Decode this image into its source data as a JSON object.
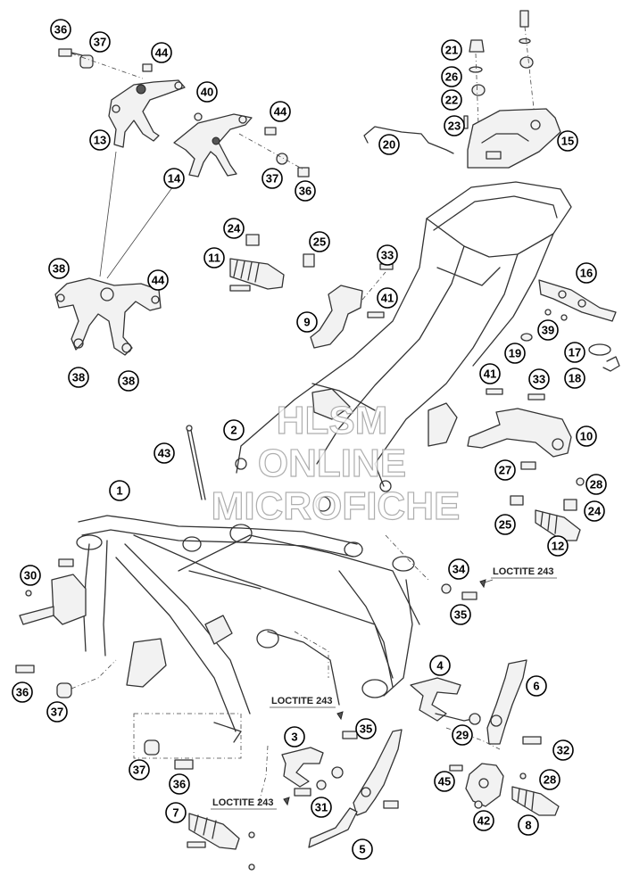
{
  "watermark": {
    "line1": "HLSM",
    "line2": "ONLINE",
    "line3": "MICROFICHE"
  },
  "notes": [
    "LOCTITE 243",
    "LOCTITE 243",
    "LOCTITE 243"
  ],
  "callouts": [
    "36",
    "37",
    "44",
    "40",
    "44",
    "13",
    "14",
    "37",
    "36",
    "21",
    "26",
    "22",
    "23",
    "20",
    "15",
    "24",
    "25",
    "11",
    "33",
    "41",
    "9",
    "16",
    "38",
    "44",
    "38",
    "38",
    "39",
    "19",
    "17",
    "18",
    "41",
    "33",
    "2",
    "10",
    "43",
    "27",
    "28",
    "1",
    "25",
    "24",
    "12",
    "30",
    "34",
    "35",
    "36",
    "37",
    "4",
    "6",
    "3",
    "35",
    "29",
    "32",
    "37",
    "36",
    "45",
    "28",
    "7",
    "31",
    "5",
    "42",
    "8"
  ]
}
